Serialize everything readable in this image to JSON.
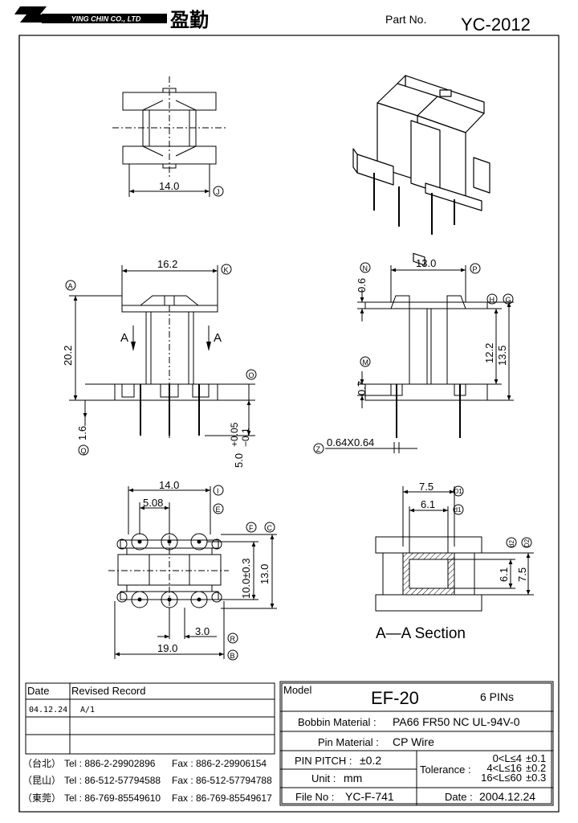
{
  "header": {
    "company_name": "YING CHIN CO., LTD",
    "chinese_name": "盈勤",
    "part_no_label": "Part No.",
    "part_no": "YC-2012"
  },
  "dims": {
    "top_w": "14.0",
    "top_ref": "J",
    "front_w": "16.2",
    "front_ref_k": "K",
    "front_h": "20.2",
    "front_ref_a": "A",
    "front_pin_len": "1.6",
    "front_ref_q": "Q",
    "front_pin_tol_a": "+0.05",
    "front_pin_tol_b": "−0.1",
    "front_pin_base": "5.0",
    "front_ref_o": "O",
    "section_mark": "A",
    "side_w": "13.0",
    "side_ref_p": "P",
    "side_top": "0.6",
    "side_ref_n": "N",
    "side_h1": "12.2",
    "side_h2": "13.5",
    "side_ref_h": "H",
    "side_ref_g": "G",
    "side_bot": "0.7",
    "side_ref_m": "M",
    "pin_size": "0.64X0.64",
    "pin_ref_z": "Z",
    "bot_w": "14.0",
    "bot_pitch": "5.08",
    "bot_ref_i": "I",
    "bot_ref_e": "E",
    "bot_ref_f": "F",
    "bot_ref_c": "C",
    "bot_h1": "10.0±0.3",
    "bot_h2": "13.0",
    "bot_off": "3.0",
    "bot_ref_r": "R",
    "bot_total": "19.0",
    "bot_ref_b": "B",
    "sec_w1": "7.5",
    "sec_w2": "6.1",
    "sec_ref_d1": "D1",
    "sec_ref_d1b": "d1",
    "sec_h1": "6.1",
    "sec_h2": "7.5",
    "sec_ref_d2": "d2",
    "sec_ref_D2": "D2",
    "section_title": "A—A  Section"
  },
  "record": {
    "date_label": "Date",
    "revised_label": "Revised  Record",
    "rows": [
      {
        "date": "04.12.24",
        "rev": "A/1"
      }
    ]
  },
  "contacts": [
    {
      "city": "（台北）",
      "tel": "Tel : 886-2-29902896",
      "fax": "Fax : 886-2-29906154"
    },
    {
      "city": "（昆山）",
      "tel": "Tel : 86-512-57794588",
      "fax": "Fax : 86-512-57794788"
    },
    {
      "city": "（東莞）",
      "tel": "Tel : 86-769-85549610",
      "fax": "Fax : 86-769-85549617"
    }
  ],
  "spec": {
    "model_label": "Model",
    "model": "EF-20",
    "pins": "6 PINs",
    "bobbin_label": "Bobbin  Material :",
    "bobbin": "PA66 FR50  NC UL-94V-0",
    "pin_mat_label": "Pin  Material :",
    "pin_mat": "CP  Wire",
    "pitch_label": "PIN  PITCH :",
    "pitch": "±0.2",
    "unit_label": "Unit :",
    "unit": "mm",
    "tol_label": "Tolerance :",
    "tol_rows": [
      {
        "range": "0<L≤4",
        "val": "±0.1"
      },
      {
        "range": "4<L≤16",
        "val": "±0.2"
      },
      {
        "range": "16<L≤60",
        "val": "±0.3"
      }
    ],
    "file_label": "File  No :",
    "file": "YC-F-741",
    "date_label": "Date :",
    "date": "2004.12.24"
  }
}
